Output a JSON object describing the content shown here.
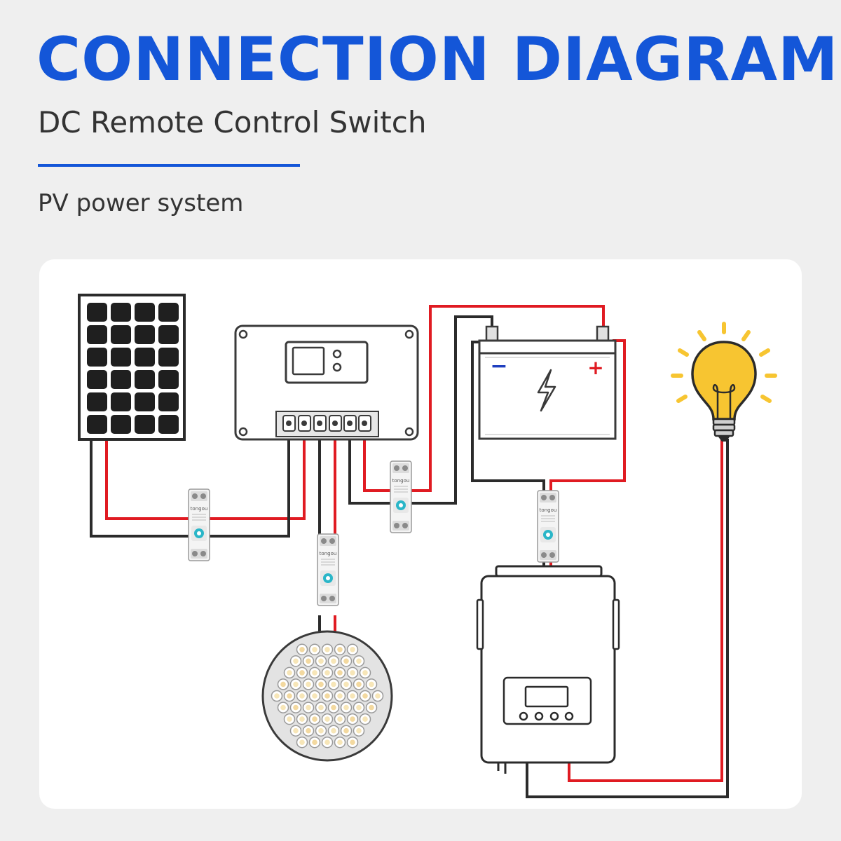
{
  "header": {
    "title": "CONNECTION DIAGRAM",
    "subtitle": "DC Remote Control Switch",
    "section_label": "PV power system"
  },
  "battery": {
    "negative_symbol": "−",
    "positive_symbol": "+"
  },
  "breaker": {
    "brand": "tongou"
  },
  "colors": {
    "title_blue": "#1456d8",
    "wire_red": "#e01b22",
    "wire_black": "#2b2b2b",
    "negative_blue": "#1f3fbf",
    "positive_red": "#e01b22",
    "bulb_yellow": "#f7c531",
    "breaker_button": "#2ab6c8"
  },
  "components": [
    {
      "id": "solar-panel",
      "icon": "solar-panel-icon"
    },
    {
      "id": "charge-controller",
      "icon": "charge-controller-icon"
    },
    {
      "id": "battery",
      "icon": "battery-icon"
    },
    {
      "id": "light-bulb",
      "icon": "light-bulb-icon"
    },
    {
      "id": "led-lamp",
      "icon": "led-lamp-icon"
    },
    {
      "id": "inverter",
      "icon": "inverter-icon"
    },
    {
      "id": "dc-breaker",
      "icon": "dc-breaker-icon",
      "count": 4
    }
  ]
}
